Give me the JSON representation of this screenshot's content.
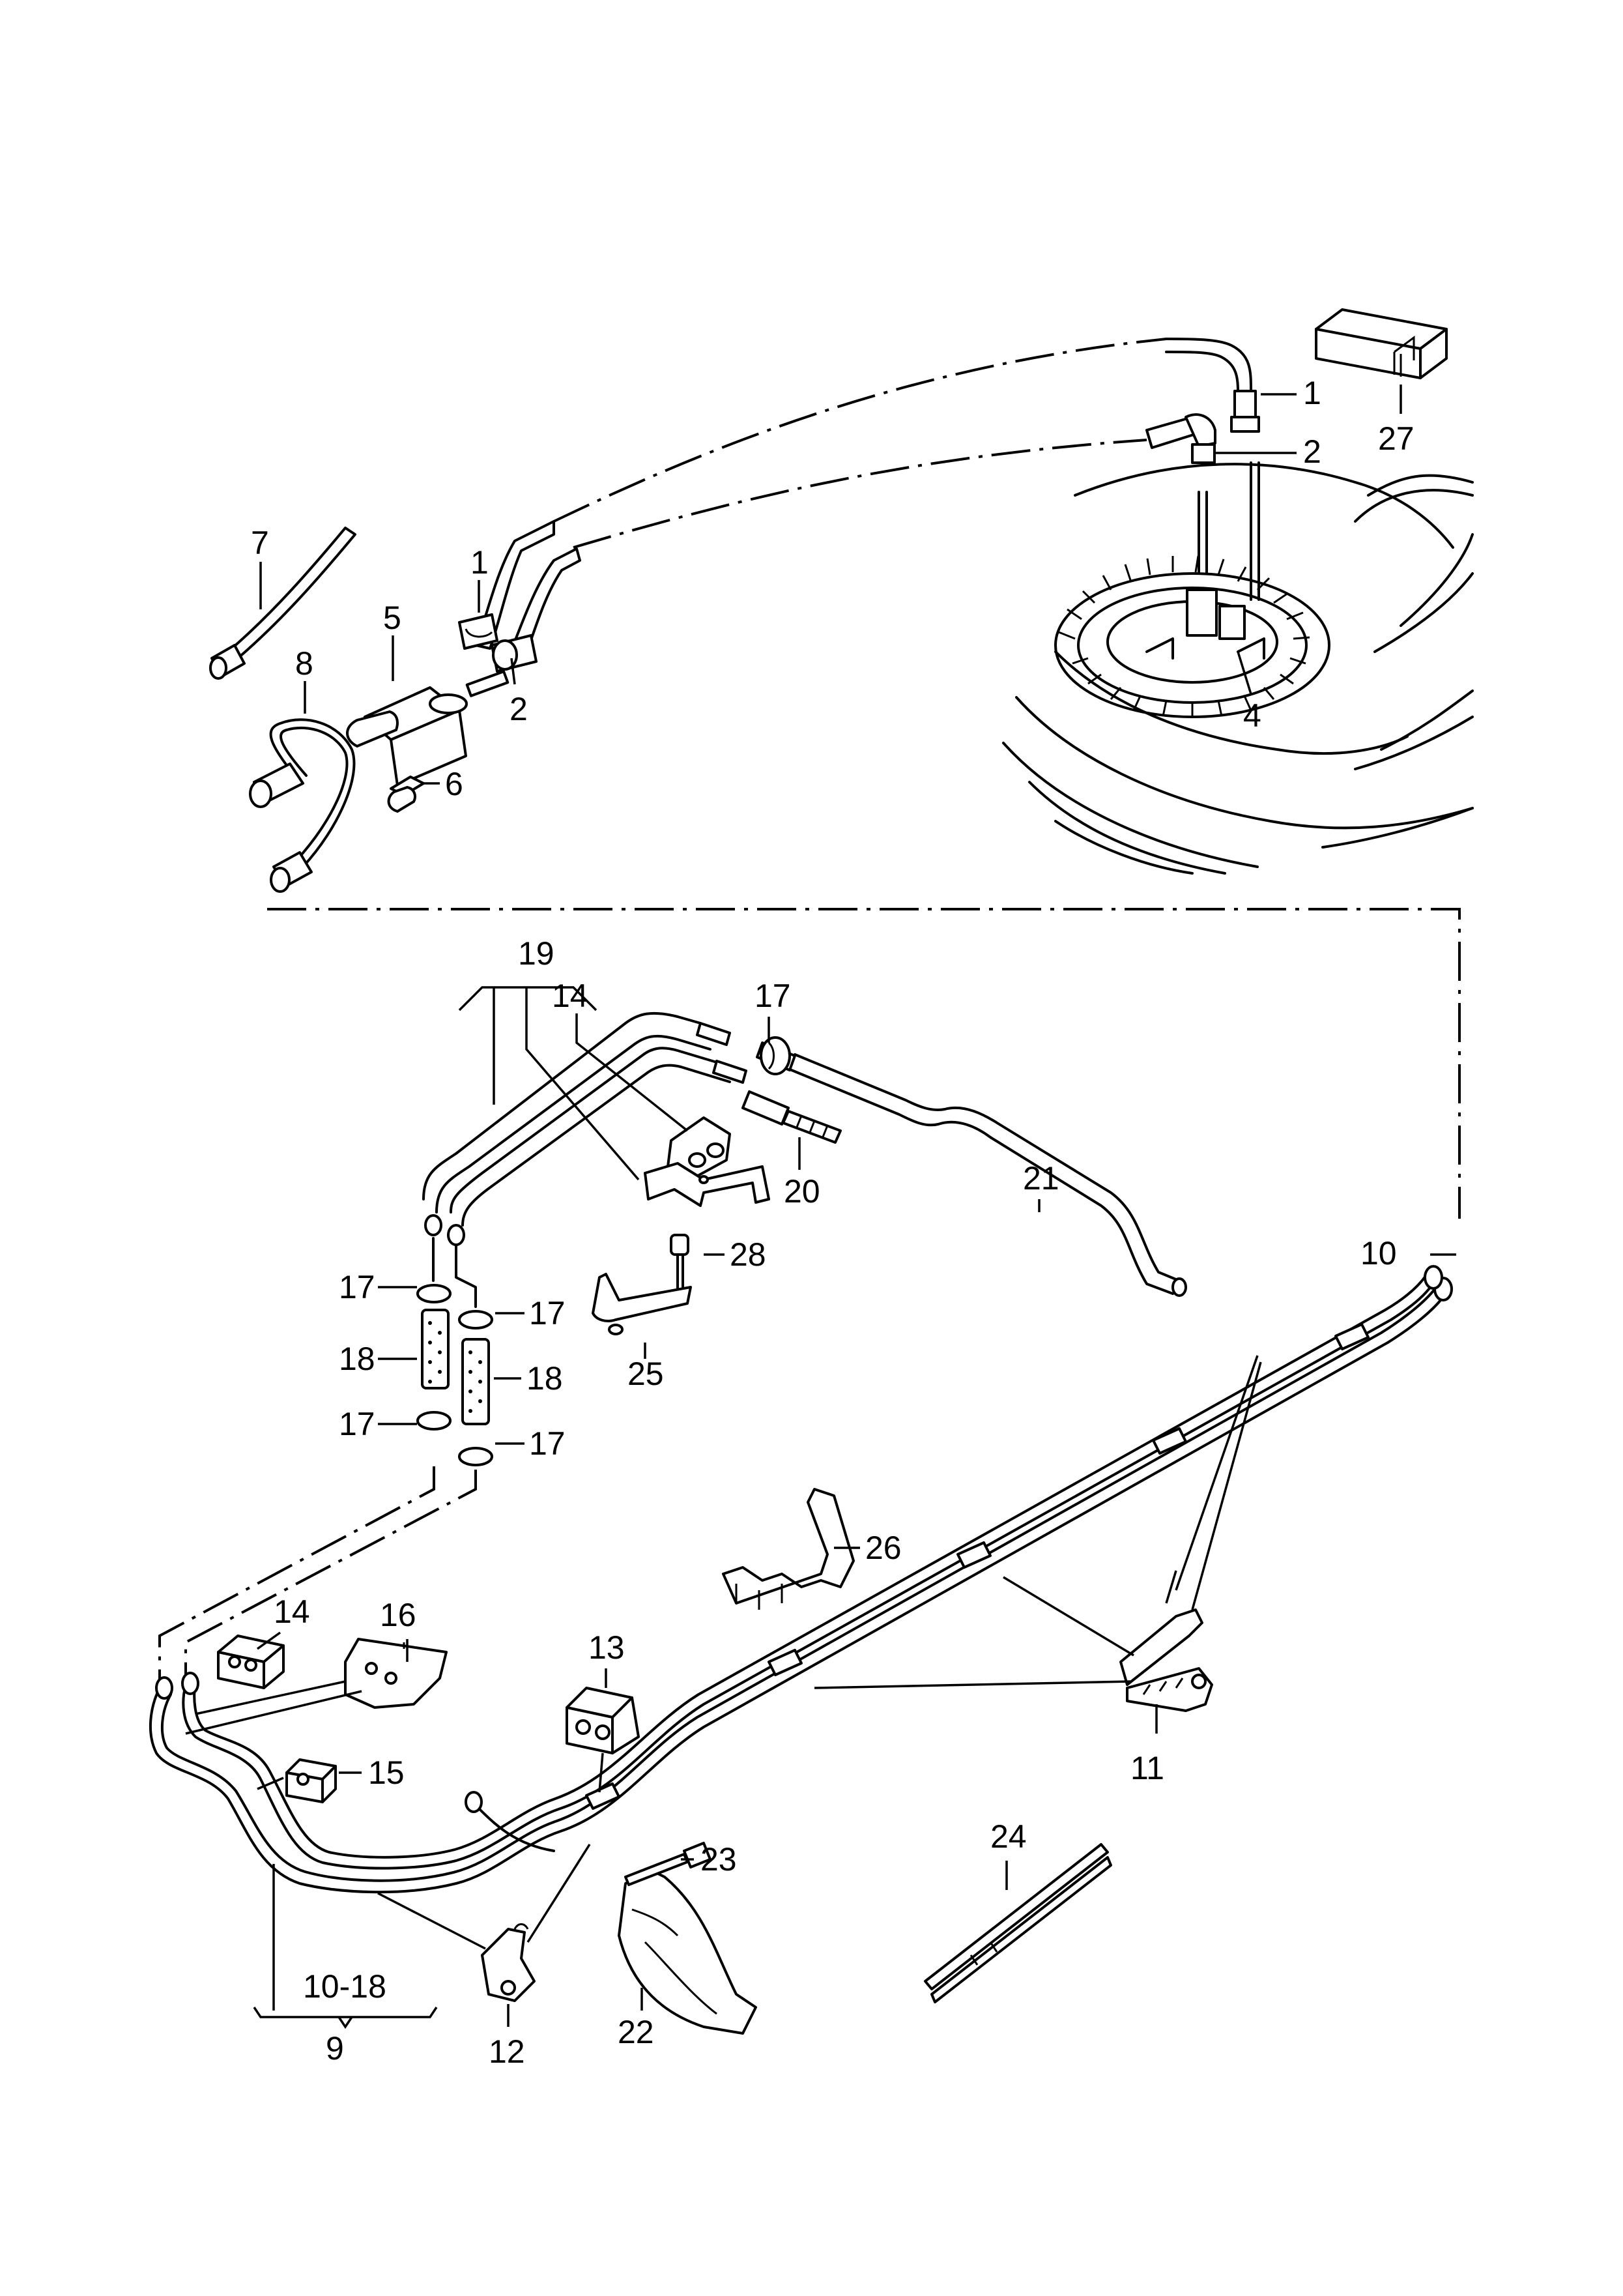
{
  "callouts": [
    {
      "id": "c1a",
      "text": "1"
    },
    {
      "id": "c1b",
      "text": "1"
    },
    {
      "id": "c2a",
      "text": "2"
    },
    {
      "id": "c2b",
      "text": "2"
    },
    {
      "id": "c4",
      "text": "4"
    },
    {
      "id": "c5",
      "text": "5"
    },
    {
      "id": "c6",
      "text": "6"
    },
    {
      "id": "c7",
      "text": "7"
    },
    {
      "id": "c8",
      "text": "8"
    },
    {
      "id": "c9",
      "text": "9"
    },
    {
      "id": "c10",
      "text": "10"
    },
    {
      "id": "c10_18",
      "text": "10-18"
    },
    {
      "id": "c11",
      "text": "11"
    },
    {
      "id": "c12",
      "text": "12"
    },
    {
      "id": "c13",
      "text": "13"
    },
    {
      "id": "c14a",
      "text": "14"
    },
    {
      "id": "c14b",
      "text": "14"
    },
    {
      "id": "c15",
      "text": "15"
    },
    {
      "id": "c16",
      "text": "16"
    },
    {
      "id": "c17a",
      "text": "17"
    },
    {
      "id": "c17b",
      "text": "17"
    },
    {
      "id": "c17c",
      "text": "17"
    },
    {
      "id": "c17d",
      "text": "17"
    },
    {
      "id": "c17e",
      "text": "17"
    },
    {
      "id": "c18a",
      "text": "18"
    },
    {
      "id": "c18b",
      "text": "18"
    },
    {
      "id": "c19",
      "text": "19"
    },
    {
      "id": "c20",
      "text": "20"
    },
    {
      "id": "c21",
      "text": "21"
    },
    {
      "id": "c22",
      "text": "22"
    },
    {
      "id": "c23",
      "text": "23"
    },
    {
      "id": "c24",
      "text": "24"
    },
    {
      "id": "c25",
      "text": "25"
    },
    {
      "id": "c26",
      "text": "26"
    },
    {
      "id": "c27",
      "text": "27"
    },
    {
      "id": "c28",
      "text": "28"
    }
  ]
}
